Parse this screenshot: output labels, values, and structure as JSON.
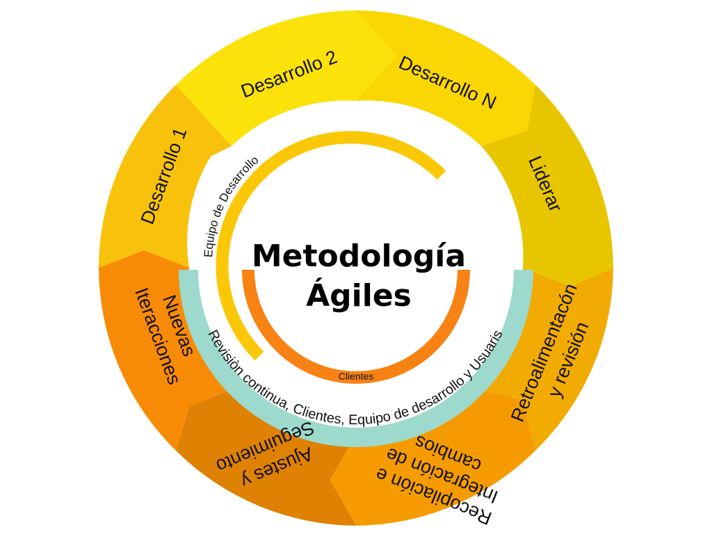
{
  "center": {
    "line1": "Metodología",
    "line2": "Ágiles"
  },
  "segments": [
    {
      "label": "Desarrollo 1",
      "color": "#F8C20C"
    },
    {
      "label": "Desarrollo 2",
      "color": "#FBE20A"
    },
    {
      "label": "Desarrollo N",
      "color": "#FAD602"
    },
    {
      "label": "Liderar",
      "color": "#E7C600"
    },
    {
      "label": "Retroalimentacón y revisión",
      "color": "#F2AB02"
    },
    {
      "label": "Recopilación e Integración de cambios",
      "color": "#F59B00"
    },
    {
      "label": "Ajustes y Seguimiento",
      "color": "#DF8102"
    },
    {
      "label": "Nuevas Iteracciones",
      "color": "#F88B06"
    }
  ],
  "inner_arcs": {
    "equipo": {
      "label": "Equipo de Desarrollo",
      "color": "#FBC807"
    },
    "revision": {
      "label": "Revisiòn continua, Clientes, Equipo de desarrollo y Usuaris",
      "color": "#9DD9CC"
    },
    "clientes": {
      "label": "Clientes",
      "color": "#F88213"
    }
  }
}
